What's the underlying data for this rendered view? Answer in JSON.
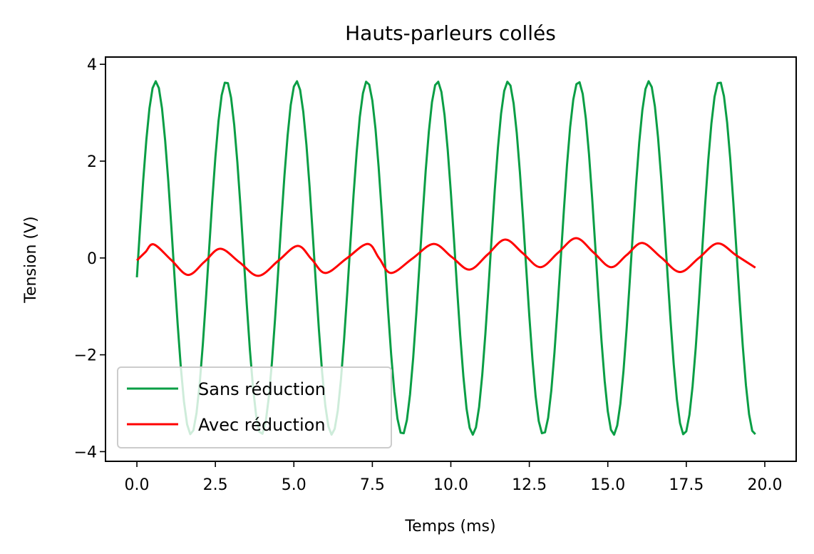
{
  "chart_data": {
    "type": "line",
    "title": "Hauts-parleurs collés",
    "xlabel": "Temps (ms)",
    "ylabel": "Tension (V)",
    "xlim": [
      -1.0,
      21.0
    ],
    "ylim": [
      -4.2,
      4.15
    ],
    "xticks": [
      0.0,
      2.5,
      5.0,
      7.5,
      10.0,
      12.5,
      15.0,
      17.5,
      20.0
    ],
    "xtick_labels": [
      "0.0",
      "2.5",
      "5.0",
      "7.5",
      "10.0",
      "12.5",
      "15.0",
      "17.5",
      "20.0"
    ],
    "yticks": [
      -4,
      -2,
      0,
      2,
      4
    ],
    "ytick_labels": [
      "−4",
      "−2",
      "0",
      "2",
      "4"
    ],
    "grid": false,
    "legend_position": "lower-left",
    "series": [
      {
        "name": "Sans réduction",
        "color": "#0a9e45",
        "x_start": 0.0,
        "x_step": 0.1,
        "values": [
          -0.4,
          0.62,
          1.59,
          2.43,
          3.09,
          3.51,
          3.65,
          3.51,
          3.09,
          2.43,
          1.59,
          0.62,
          -0.4,
          -1.38,
          -2.26,
          -2.97,
          -3.44,
          -3.64,
          -3.56,
          -3.2,
          -2.6,
          -1.79,
          -0.84,
          0.17,
          1.18,
          2.08,
          2.83,
          3.36,
          3.62,
          3.61,
          3.31,
          2.75,
          1.98,
          1.06,
          0.05,
          -0.96,
          -1.9,
          -2.68,
          -3.26,
          -3.59,
          -3.63,
          -3.4,
          -2.89,
          -2.17,
          -1.27,
          -0.28,
          0.74,
          1.7,
          2.52,
          3.16,
          3.54,
          3.65,
          3.47,
          3.02,
          2.34,
          1.48,
          0.5,
          -0.52,
          -1.5,
          -2.36,
          -3.04,
          -3.48,
          -3.65,
          -3.53,
          -3.15,
          -2.51,
          -1.68,
          -0.72,
          0.3,
          1.29,
          2.18,
          2.91,
          3.4,
          3.64,
          3.58,
          3.25,
          2.67,
          1.88,
          0.94,
          -0.07,
          -1.08,
          -2.0,
          -2.77,
          -3.32,
          -3.61,
          -3.62,
          -3.35,
          -2.82,
          -2.07,
          -1.15,
          -0.15,
          0.86,
          1.81,
          2.61,
          3.22,
          3.57,
          3.64,
          3.43,
          2.95,
          2.24,
          1.36,
          0.38,
          -0.64,
          -1.61,
          -2.45,
          -3.11,
          -3.51,
          -3.65,
          -3.5,
          -3.08,
          -2.42,
          -1.57,
          -0.6,
          0.42,
          1.41,
          2.28,
          2.98,
          3.45,
          3.64,
          3.56,
          3.19,
          2.58,
          1.77,
          0.82,
          -0.2,
          -1.2,
          -2.1,
          -2.85,
          -3.37,
          -3.62,
          -3.6,
          -3.3,
          -2.74,
          -1.96,
          -1.03,
          -0.03,
          0.98,
          1.92,
          2.7,
          3.27,
          3.59,
          3.63,
          3.39,
          2.88,
          2.15,
          1.25,
          0.25,
          -0.77,
          -1.72,
          -2.54,
          -3.17,
          -3.55,
          -3.65,
          -3.46,
          -3.01,
          -2.33,
          -1.46,
          -0.47,
          0.54,
          1.52,
          2.38,
          3.05,
          3.49,
          3.65,
          3.53,
          3.13,
          2.49,
          1.66,
          0.7,
          -0.32,
          -1.31,
          -2.2,
          -2.92,
          -3.41,
          -3.64,
          -3.58,
          -3.24,
          -2.65,
          -1.86,
          -0.92,
          0.1,
          1.1,
          2.02,
          2.78,
          3.33,
          3.61,
          3.62,
          3.34,
          2.8,
          2.05,
          1.13,
          0.13,
          -0.89,
          -1.83,
          -2.63,
          -3.23,
          -3.57,
          -3.64
        ]
      },
      {
        "name": "Avec réduction",
        "color": "#ff0000",
        "x": [
          0,
          0.27,
          0.54,
          1.09,
          1.63,
          2.15,
          2.66,
          3.27,
          3.87,
          4.5,
          5.12,
          5.57,
          6.01,
          6.68,
          7.35,
          7.72,
          8.1,
          8.78,
          9.45,
          10.03,
          10.6,
          11.17,
          11.73,
          12.29,
          12.85,
          13.42,
          13.99,
          14.55,
          15.1,
          15.6,
          16.1,
          16.7,
          17.3,
          17.9,
          18.5,
          19.1,
          19.7
        ],
        "values": [
          -0.05,
          0.12,
          0.28,
          -0.04,
          -0.35,
          -0.08,
          0.19,
          -0.09,
          -0.37,
          -0.06,
          0.25,
          -0.03,
          -0.31,
          -0.01,
          0.29,
          -0.01,
          -0.31,
          -0.01,
          0.29,
          0.02,
          -0.24,
          0.07,
          0.38,
          0.1,
          -0.19,
          0.11,
          0.41,
          0.11,
          -0.19,
          0.06,
          0.31,
          0.01,
          -0.29,
          0.0,
          0.3,
          0.05,
          -0.2
        ]
      }
    ]
  }
}
